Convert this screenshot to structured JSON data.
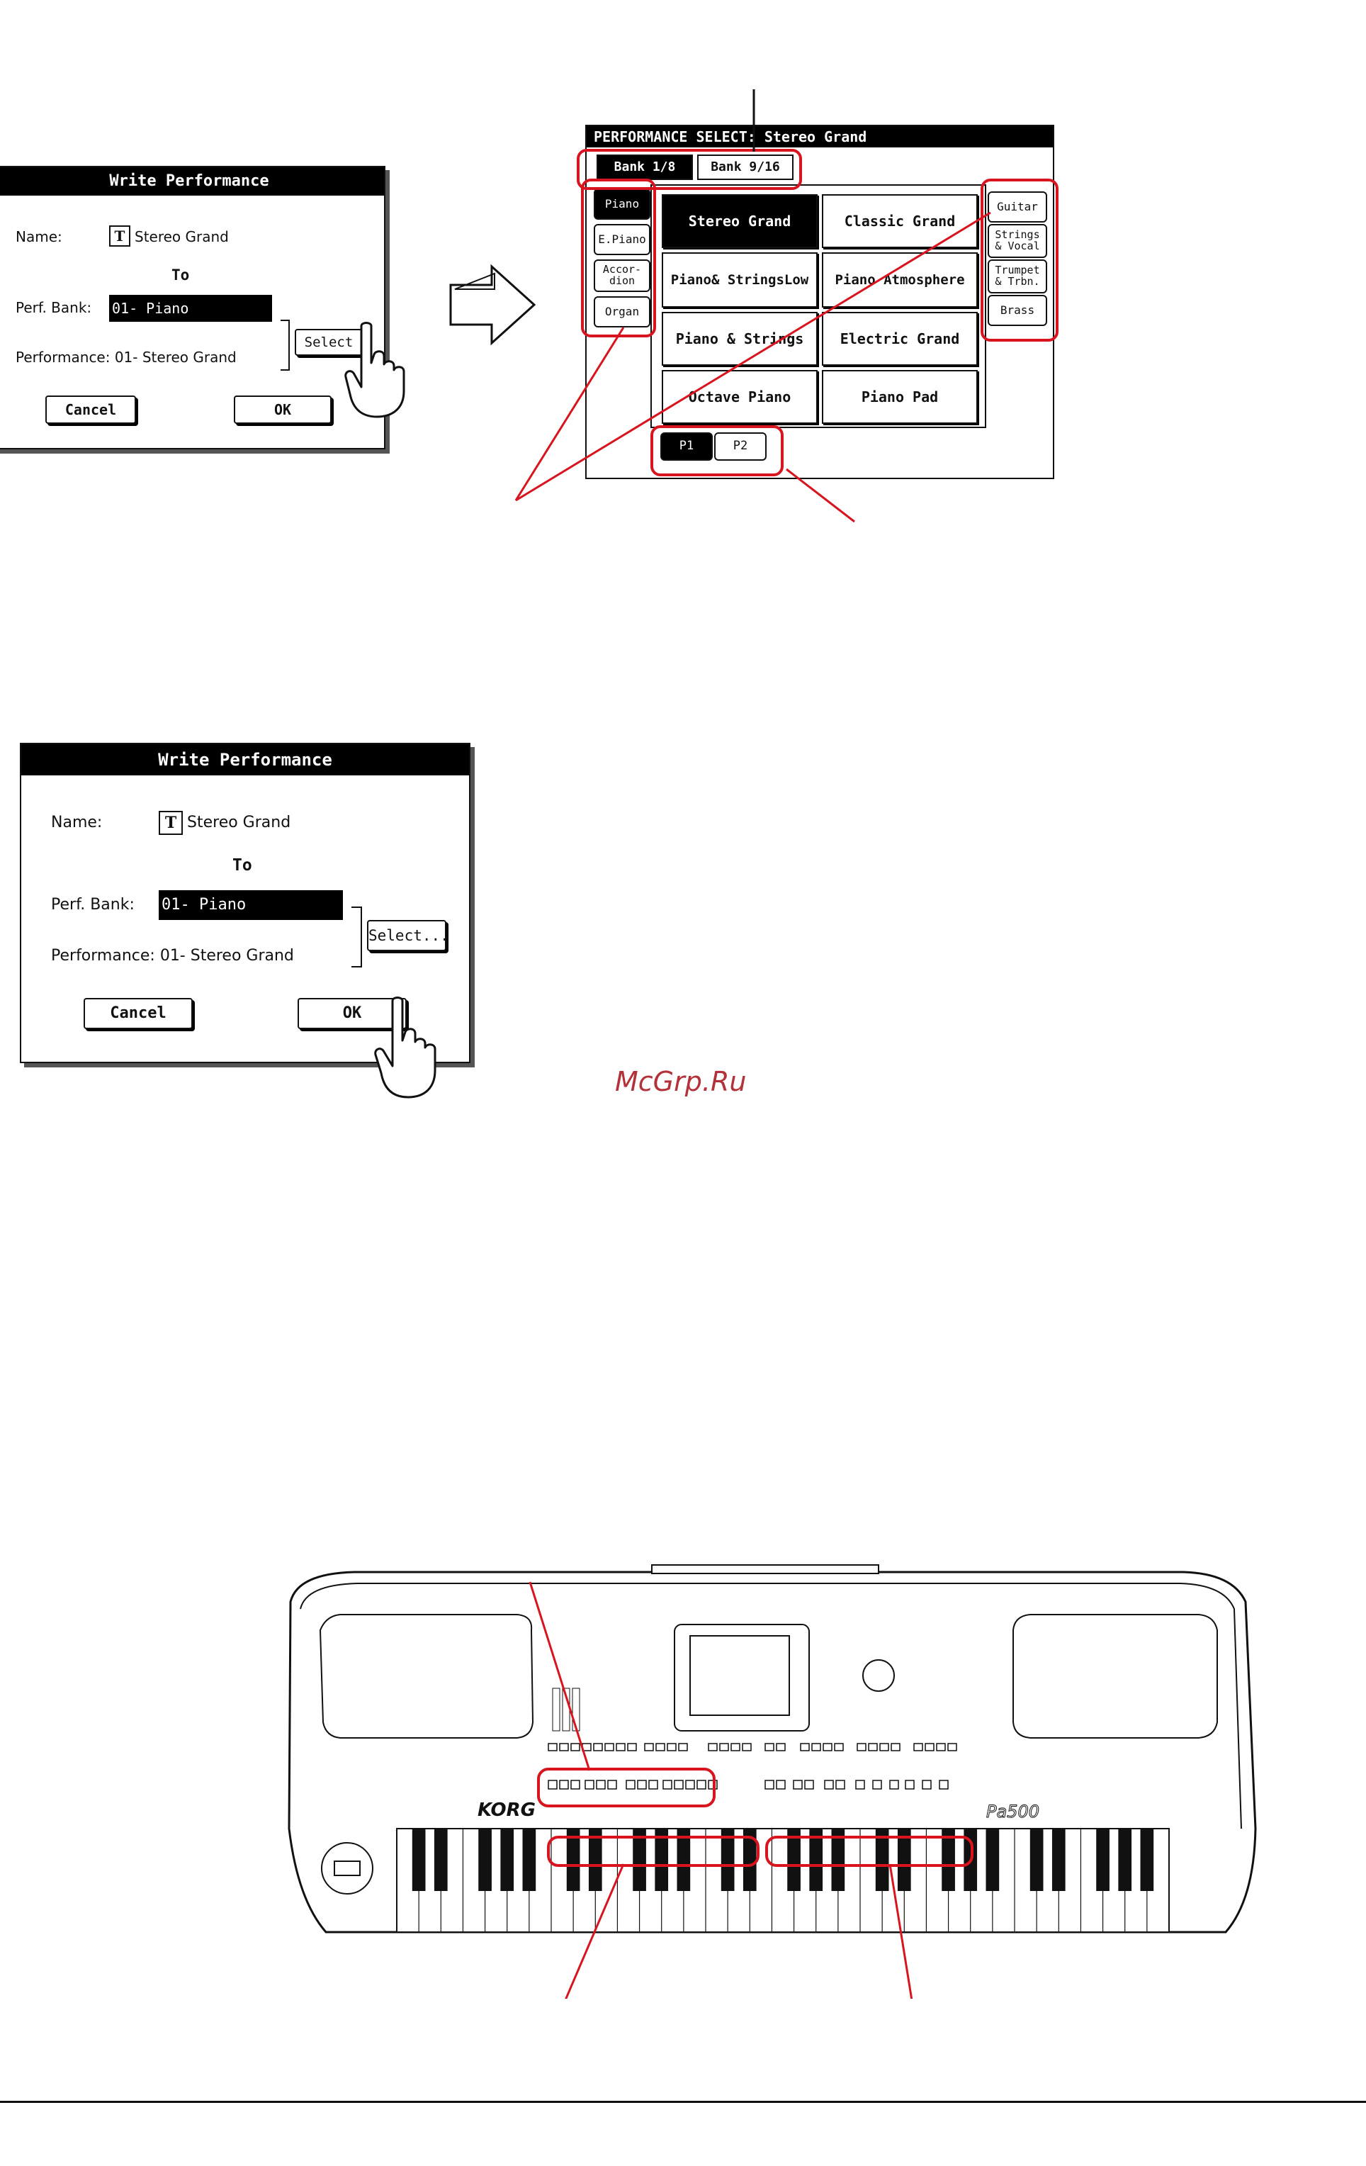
{
  "dialog_top": {
    "title": "Write Performance",
    "name_label": "Name:",
    "name_icon": "T",
    "name_value": "Stereo Grand",
    "to_label": "To",
    "bank_label": "Perf. Bank:",
    "bank_value": "01- Piano",
    "select_button": "Select",
    "performance_label": "Performance: 01- Stereo Grand",
    "cancel_button": "Cancel",
    "ok_button": "OK"
  },
  "perf_select": {
    "title": "PERFORMANCE SELECT: Stereo Grand",
    "bank_tabs": [
      "Bank 1/8",
      "Bank 9/16"
    ],
    "left_tabs": [
      "Piano",
      "E.Piano",
      "Accor-\ndion",
      "Organ"
    ],
    "right_tabs": [
      "Guitar",
      "Strings\n& Vocal",
      "Trumpet\n& Trbn.",
      "Brass"
    ],
    "performances": [
      "Stereo Grand",
      "Classic Grand",
      "Piano& StringsLow",
      "Piano Atmosphere",
      "Piano & Strings",
      "Electric Grand",
      "Octave Piano",
      "Piano Pad"
    ],
    "page_tabs": [
      "P1",
      "P2"
    ]
  },
  "dialog_bottom": {
    "title": "Write Performance",
    "name_label": "Name:",
    "name_icon": "T",
    "name_value": "Stereo Grand",
    "to_label": "To",
    "bank_label": "Perf. Bank:",
    "bank_value": "01- Piano",
    "select_button": "Select...",
    "performance_label": "Performance: 01- Stereo Grand",
    "cancel_button": "Cancel",
    "ok_button": "OK"
  },
  "watermark": "McGrp.Ru",
  "keyboard": {
    "brand": "KORG",
    "model": "Pa500"
  },
  "colors": {
    "callout": "#d8151f",
    "watermark": "#b3323a",
    "ink": "#111111"
  }
}
